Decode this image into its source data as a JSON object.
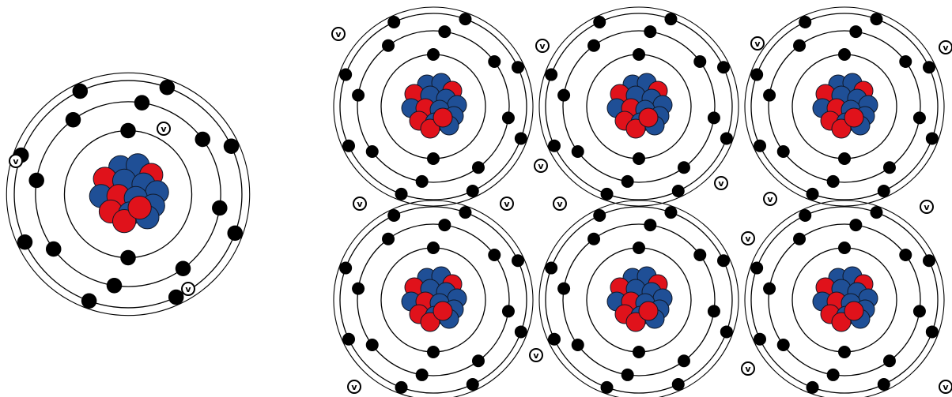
{
  "colors": {
    "background": "#ffffff",
    "orbit": "#000000",
    "electron": "#000000",
    "proton": "#e0121b",
    "neutron": "#1f4f96",
    "free_electron_fill": "#ffffff"
  },
  "free_electron_symbol": "v",
  "atoms": [
    {
      "id": "single-atom",
      "shells": [
        2,
        8,
        8
      ]
    },
    {
      "id": "lattice-atom-1",
      "shells": [
        2,
        8,
        8
      ]
    },
    {
      "id": "lattice-atom-2",
      "shells": [
        2,
        8,
        8
      ]
    },
    {
      "id": "lattice-atom-3",
      "shells": [
        2,
        8,
        8
      ]
    },
    {
      "id": "lattice-atom-4",
      "shells": [
        2,
        8,
        8
      ]
    },
    {
      "id": "lattice-atom-5",
      "shells": [
        2,
        8,
        8
      ]
    },
    {
      "id": "lattice-atom-6",
      "shells": [
        2,
        8,
        8
      ]
    }
  ]
}
